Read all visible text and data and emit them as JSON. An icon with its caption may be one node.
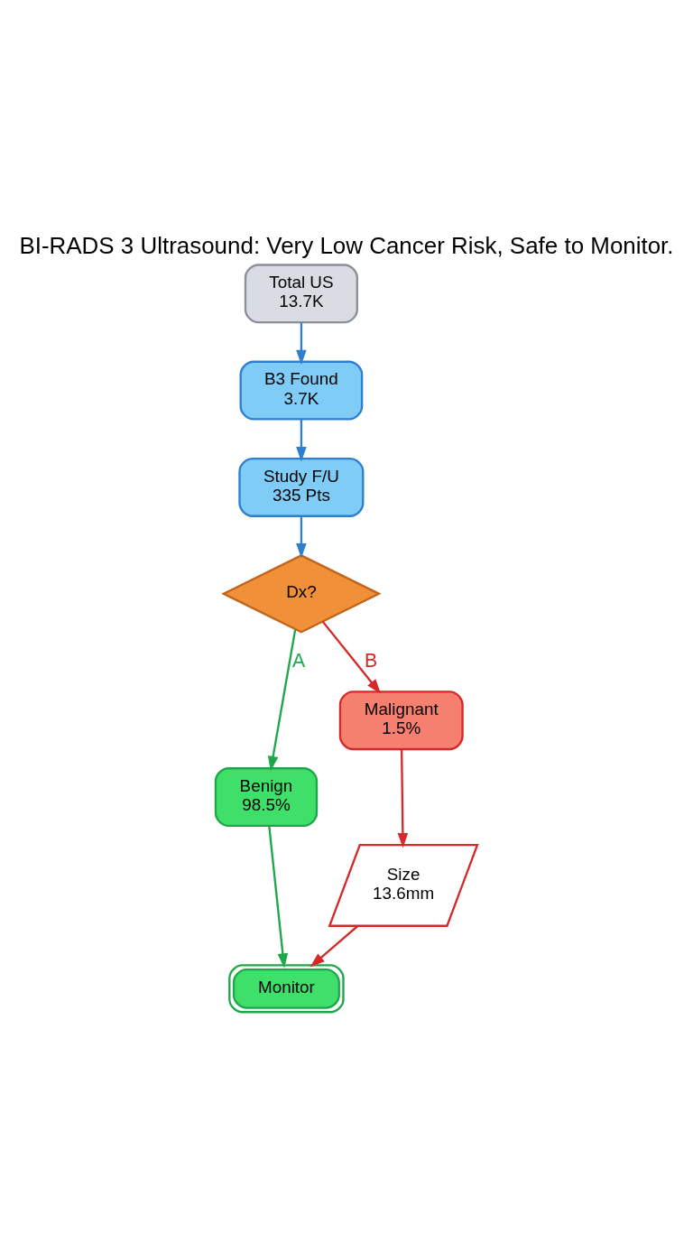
{
  "diagram": {
    "title": "BI-RADS 3 Ultrasound: Very Low Cancer Risk, Safe to Monitor.",
    "nodes": [
      {
        "text": [
          "Total US",
          "13.7K"
        ]
      },
      {
        "text": [
          "B3 Found",
          "3.7K"
        ]
      },
      {
        "text": [
          "Study F/U",
          "335 Pts"
        ]
      },
      {
        "text": [
          "Dx?"
        ]
      },
      {
        "text": [
          "Benign",
          "98.5%"
        ]
      },
      {
        "text": [
          "Malignant",
          "1.5%"
        ]
      },
      {
        "text": [
          "Size",
          "13.6mm"
        ]
      },
      {
        "text": [
          "Monitor"
        ]
      }
    ],
    "edges": [
      {
        "from": 0,
        "to": 1,
        "arrow": "to",
        "color": "#2f7fd0"
      },
      {
        "from": 1,
        "to": 2,
        "arrow": "to",
        "color": "#2f7fd0"
      },
      {
        "from": 2,
        "to": 3,
        "arrow": "to",
        "color": "#2f7fd0"
      },
      {
        "from": 3,
        "to": 4,
        "arrow": "to",
        "label": "A",
        "color": "#1ea84a"
      },
      {
        "from": 3,
        "to": 5,
        "arrow": "to",
        "label": "B",
        "color": "#d42a2a"
      },
      {
        "from": 5,
        "to": 6,
        "arrow": "to",
        "color": "#d42a2a"
      },
      {
        "from": 4,
        "to": 7,
        "arrow": "to",
        "color": "#1ea84a"
      },
      {
        "from": 6,
        "to": 7,
        "arrow": "to",
        "color": "#d42a2a"
      }
    ]
  }
}
